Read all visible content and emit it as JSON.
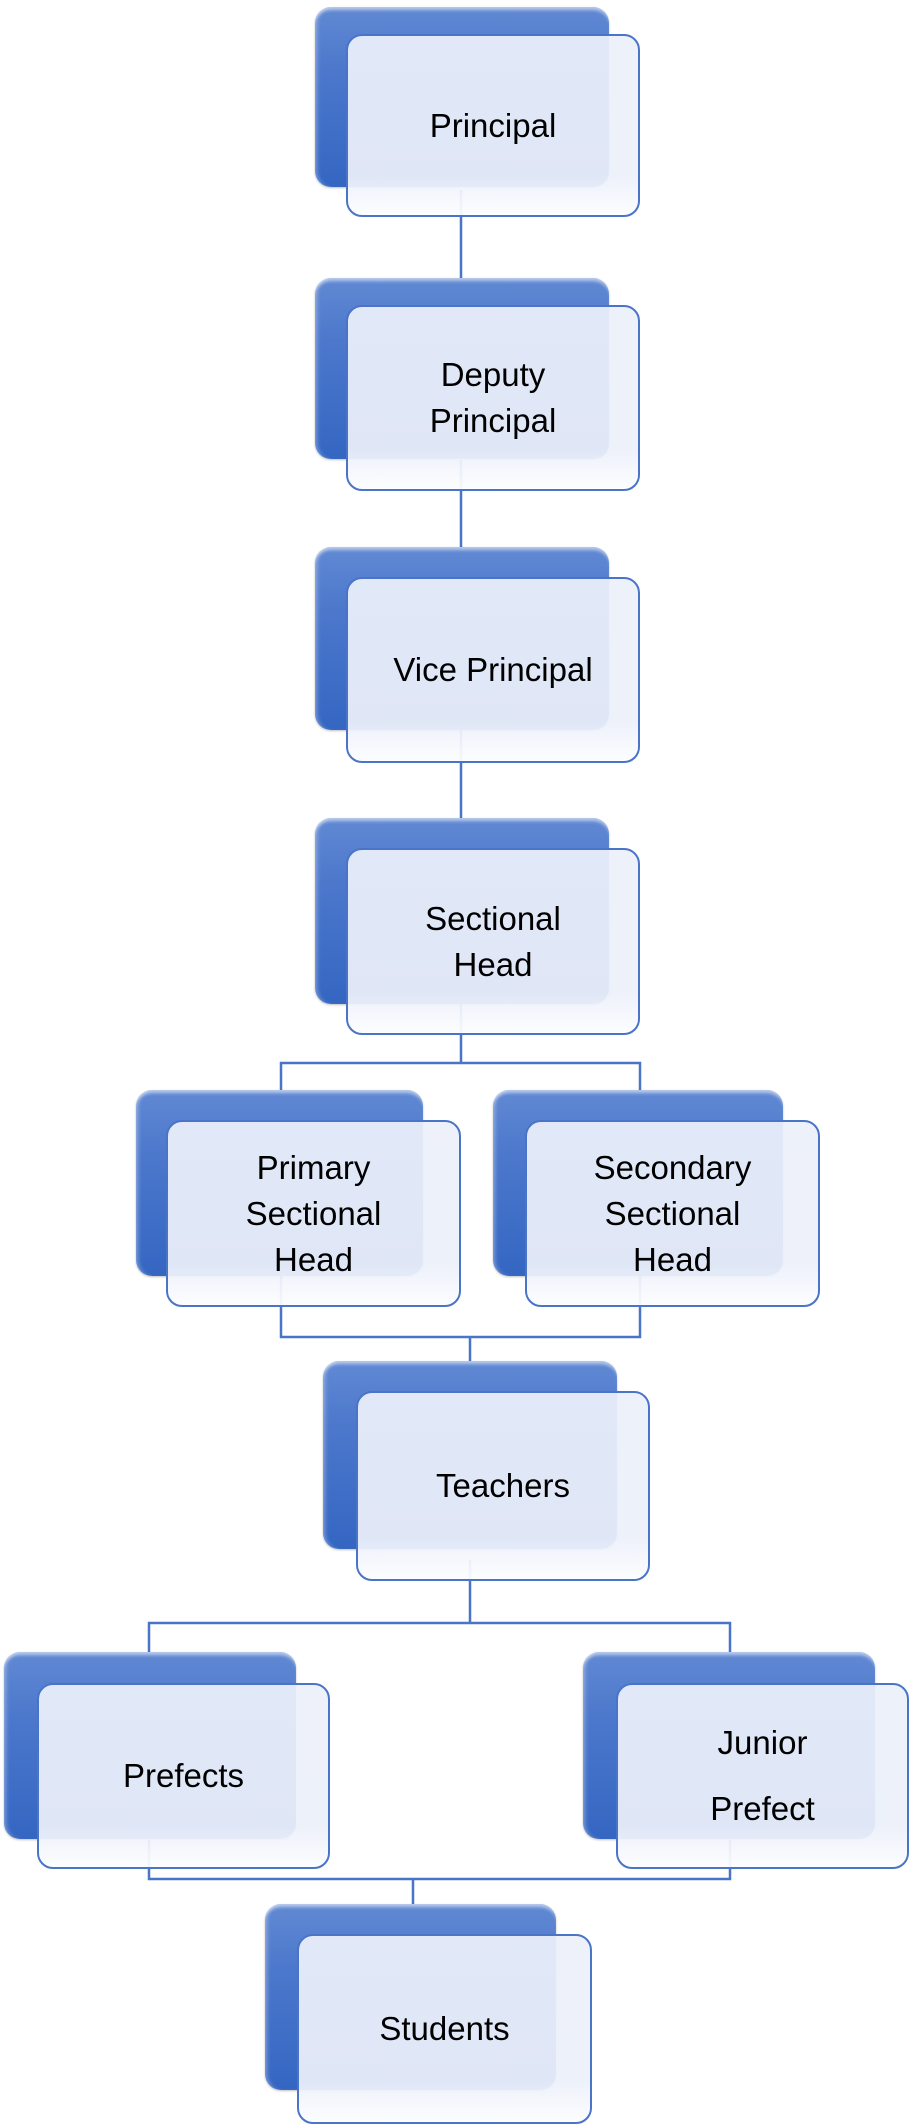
{
  "title": "School Organizational Chart",
  "colors": {
    "box_blue": "#4c78cc",
    "line": "#4a74c8",
    "card_fill": "#ecf0fa"
  },
  "nodes": {
    "principal": "Principal",
    "deputy_principal": "Deputy\nPrincipal",
    "vice_principal": "Vice  Principal",
    "sectional_head": "Sectional\nHead",
    "primary_sectional_head": "Primary\nSectional\nHead",
    "secondary_sectional_head": "Secondary\nSectional\nHead",
    "teachers": "Teachers",
    "prefects": "Prefects",
    "junior_prefect": "Junior\nPrefect",
    "students": "Students"
  }
}
